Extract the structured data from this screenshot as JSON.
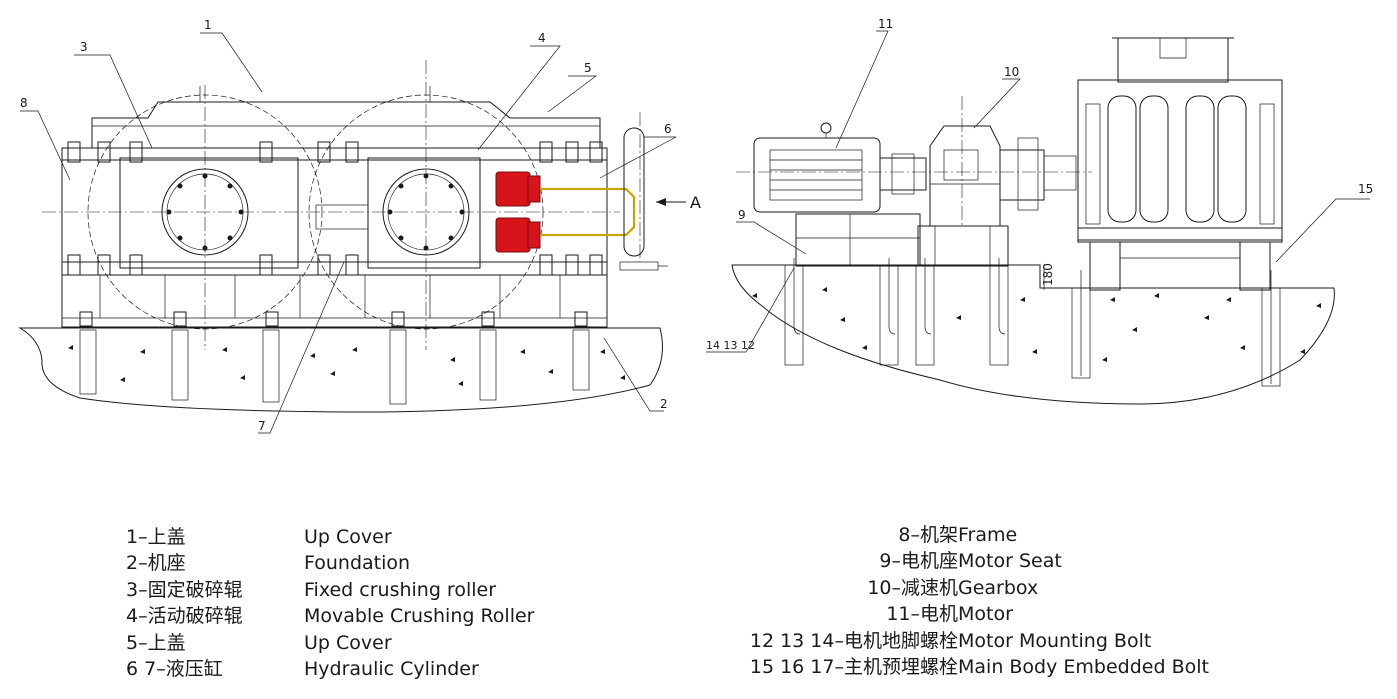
{
  "callouts": {
    "n1": "1",
    "n2": "2",
    "n3": "3",
    "n4": "4",
    "n5": "5",
    "n6": "6",
    "n7": "7",
    "n8": "8",
    "n9": "9",
    "n10": "10",
    "n11": "11",
    "n15": "15",
    "n141312": "14 13 12",
    "dim180": "180",
    "viewA": "A"
  },
  "legend_left": [
    {
      "code": "1–上盖",
      "desc": "Up Cover"
    },
    {
      "code": "2–机座",
      "desc": "Foundation"
    },
    {
      "code": "3–固定破碎辊",
      "desc": "Fixed crushing roller"
    },
    {
      "code": "4–活动破碎辊",
      "desc": "Movable Crushing Roller"
    },
    {
      "code": "5–上盖",
      "desc": "Up Cover"
    },
    {
      "code": "6 7–液压缸",
      "desc": "Hydraulic Cylinder"
    }
  ],
  "legend_right": [
    {
      "code": "8–机架",
      "desc": "Frame"
    },
    {
      "code": "9–电机座",
      "desc": "Motor Seat"
    },
    {
      "code": "10–减速机",
      "desc": "Gearbox"
    },
    {
      "code": "11–电机",
      "desc": "Motor"
    },
    {
      "code": "12 13 14–电机地脚螺栓",
      "desc": "Motor Mounting Bolt"
    },
    {
      "code": "15 16 17–主机预埋螺栓",
      "desc": "Main Body Embedded Bolt"
    }
  ]
}
